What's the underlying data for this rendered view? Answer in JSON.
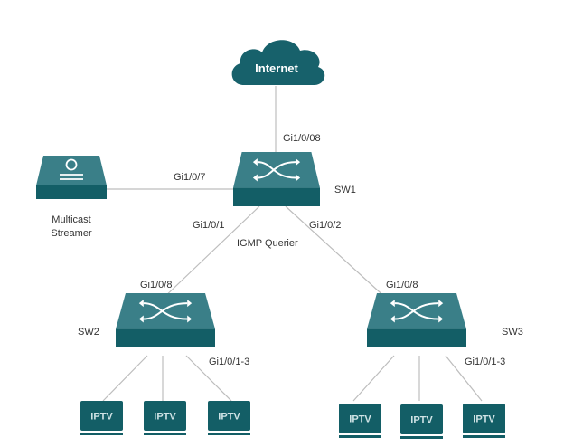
{
  "colors": {
    "device_top": "#3a7f88",
    "device_base": "#135e66",
    "cloud": "#17616b",
    "link": "#bdbdbd",
    "label": "#333333",
    "icon_glyph": "#ffffff"
  },
  "internet": {
    "label": "Internet",
    "icon": "cloud-icon"
  },
  "streamer": {
    "label_line1": "Multicast",
    "label_line2": "Streamer",
    "icon": "streamer-icon"
  },
  "sw1": {
    "name": "SW1",
    "icon": "switch-icon",
    "ports": {
      "uplink": "Gi1/0/08",
      "streamer": "Gi1/0/7",
      "to_sw2": "Gi1/0/1",
      "to_sw3": "Gi1/0/2"
    },
    "role": "IGMP Querier"
  },
  "sw2": {
    "name": "SW2",
    "icon": "switch-icon",
    "uplink_port": "Gi1/0/8",
    "access_ports": "Gi1/0/1-3"
  },
  "sw3": {
    "name": "SW3",
    "icon": "switch-icon",
    "uplink_port": "Gi1/0/8",
    "access_ports": "Gi1/0/1-3"
  },
  "iptv": {
    "sw2_clients": [
      "IPTV",
      "IPTV",
      "IPTV"
    ],
    "sw3_clients": [
      "IPTV",
      "IPTV",
      "IPTV"
    ]
  }
}
